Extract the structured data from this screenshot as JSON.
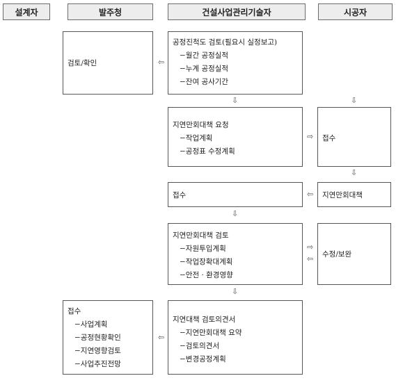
{
  "headers": [
    "설계자",
    "발주청",
    "건설사업관리기술자",
    "시공자"
  ],
  "boxes": {
    "review_confirm": [
      "검토/확인"
    ],
    "progress_review": [
      "공정진척도 검토(필요시 실정보고)",
      "−월간 공정실적",
      "−누계 공정실적",
      "−잔여 공사기간"
    ],
    "recovery_request": [
      "지연만회대책 요청",
      "−작업계획",
      "−공정표 수정계획"
    ],
    "contractor_receipt": [
      "접수"
    ],
    "cm_receipt": [
      "접수"
    ],
    "contractor_recovery": [
      "지연만회대책"
    ],
    "recovery_review": [
      "지연만회대책 검토",
      "−자원투입계획",
      "−작업장확대계획",
      "−안전 · 환경영향"
    ],
    "revise_supplement": [
      "수정/보완"
    ],
    "delay_opinion": [
      "지연대책 검토의견서",
      "−지연만회대책 요약",
      "−검토의견서",
      "−변경공정계획"
    ],
    "client_receipt": [
      "접수",
      "−사업계획",
      "−공정현황확인",
      "−지연영향검토",
      "−사업추진전망"
    ]
  },
  "arrow_symbols": {
    "left": "⇦",
    "right": "⇨",
    "down": "⇩"
  }
}
